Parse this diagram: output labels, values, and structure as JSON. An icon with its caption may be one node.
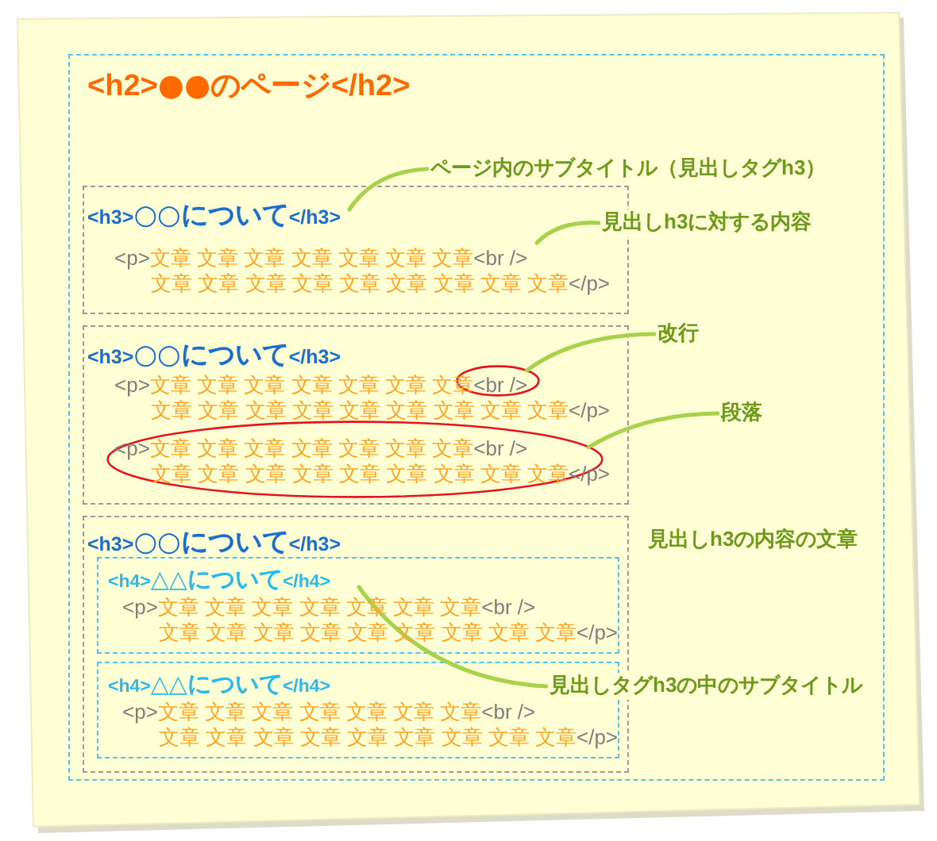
{
  "diagram": {
    "nodes": [
      {
        "text": [
          "<h2>●●のページ</h2>"
        ]
      },
      {
        "text": [
          "<h3>○○について</h3>",
          "<p>文章 文章 文章 文章 文章 文章 文章<br />",
          "文章 文章 文章 文章 文章 文章 文章 文章 文章</p>"
        ],
        "in": 0
      },
      {
        "text": [
          "<h3>○○について</h3>",
          "<p>文章 文章 文章 文章 文章 文章 文章<br />",
          "文章 文章 文章 文章 文章 文章 文章 文章 文章</p>"
        ],
        "in": 0
      },
      {
        "text": [],
        "shape": "ellipse",
        "in": 2
      },
      {
        "text": [
          "<p>文章 文章 文章 文章 文章 文章 文章<br />",
          "文章 文章 文章 文章 文章 文章 文章 文章 文章</p>"
        ],
        "in": 2
      },
      {
        "text": [
          "<h3>○○について</h3>"
        ],
        "in": 0
      },
      {
        "text": [
          "<h4>△△について</h4>",
          "<p>文章 文章 文章 文章 文章 文章 文章<br />",
          "文章 文章 文章 文章 文章 文章 文章 文章 文章</p>"
        ],
        "in": 5
      },
      {
        "text": [
          "<h4>△△について</h4>",
          "<p>文章 文章 文章 文章 文章 文章 文章<br />",
          "文章 文章 文章 文章 文章 文章 文章 文章 文章</p>"
        ],
        "in": 5
      },
      {
        "text": [
          "ページ内のサブタイトル（見出しタグh3）"
        ],
        "in": 0
      },
      {
        "text": [
          "見出しh3に対する内容"
        ],
        "in": 0
      },
      {
        "text": [
          "改行"
        ],
        "in": 0
      },
      {
        "text": [
          "段落"
        ],
        "in": 0
      },
      {
        "text": [
          "見出しh3の内容の文章"
        ],
        "in": 0
      },
      {
        "text": [
          "見出しタグh3の中のサブタイトル"
        ],
        "in": 0
      }
    ],
    "edges": [
      {
        "from": 8,
        "to": 1,
        "arrow": "none"
      },
      {
        "from": 9,
        "to": 1,
        "arrow": "none"
      },
      {
        "from": 10,
        "to": 3,
        "arrow": "none"
      },
      {
        "from": 11,
        "to": 4,
        "arrow": "none"
      },
      {
        "from": 13,
        "to": 6,
        "arrow": "none"
      }
    ]
  }
}
